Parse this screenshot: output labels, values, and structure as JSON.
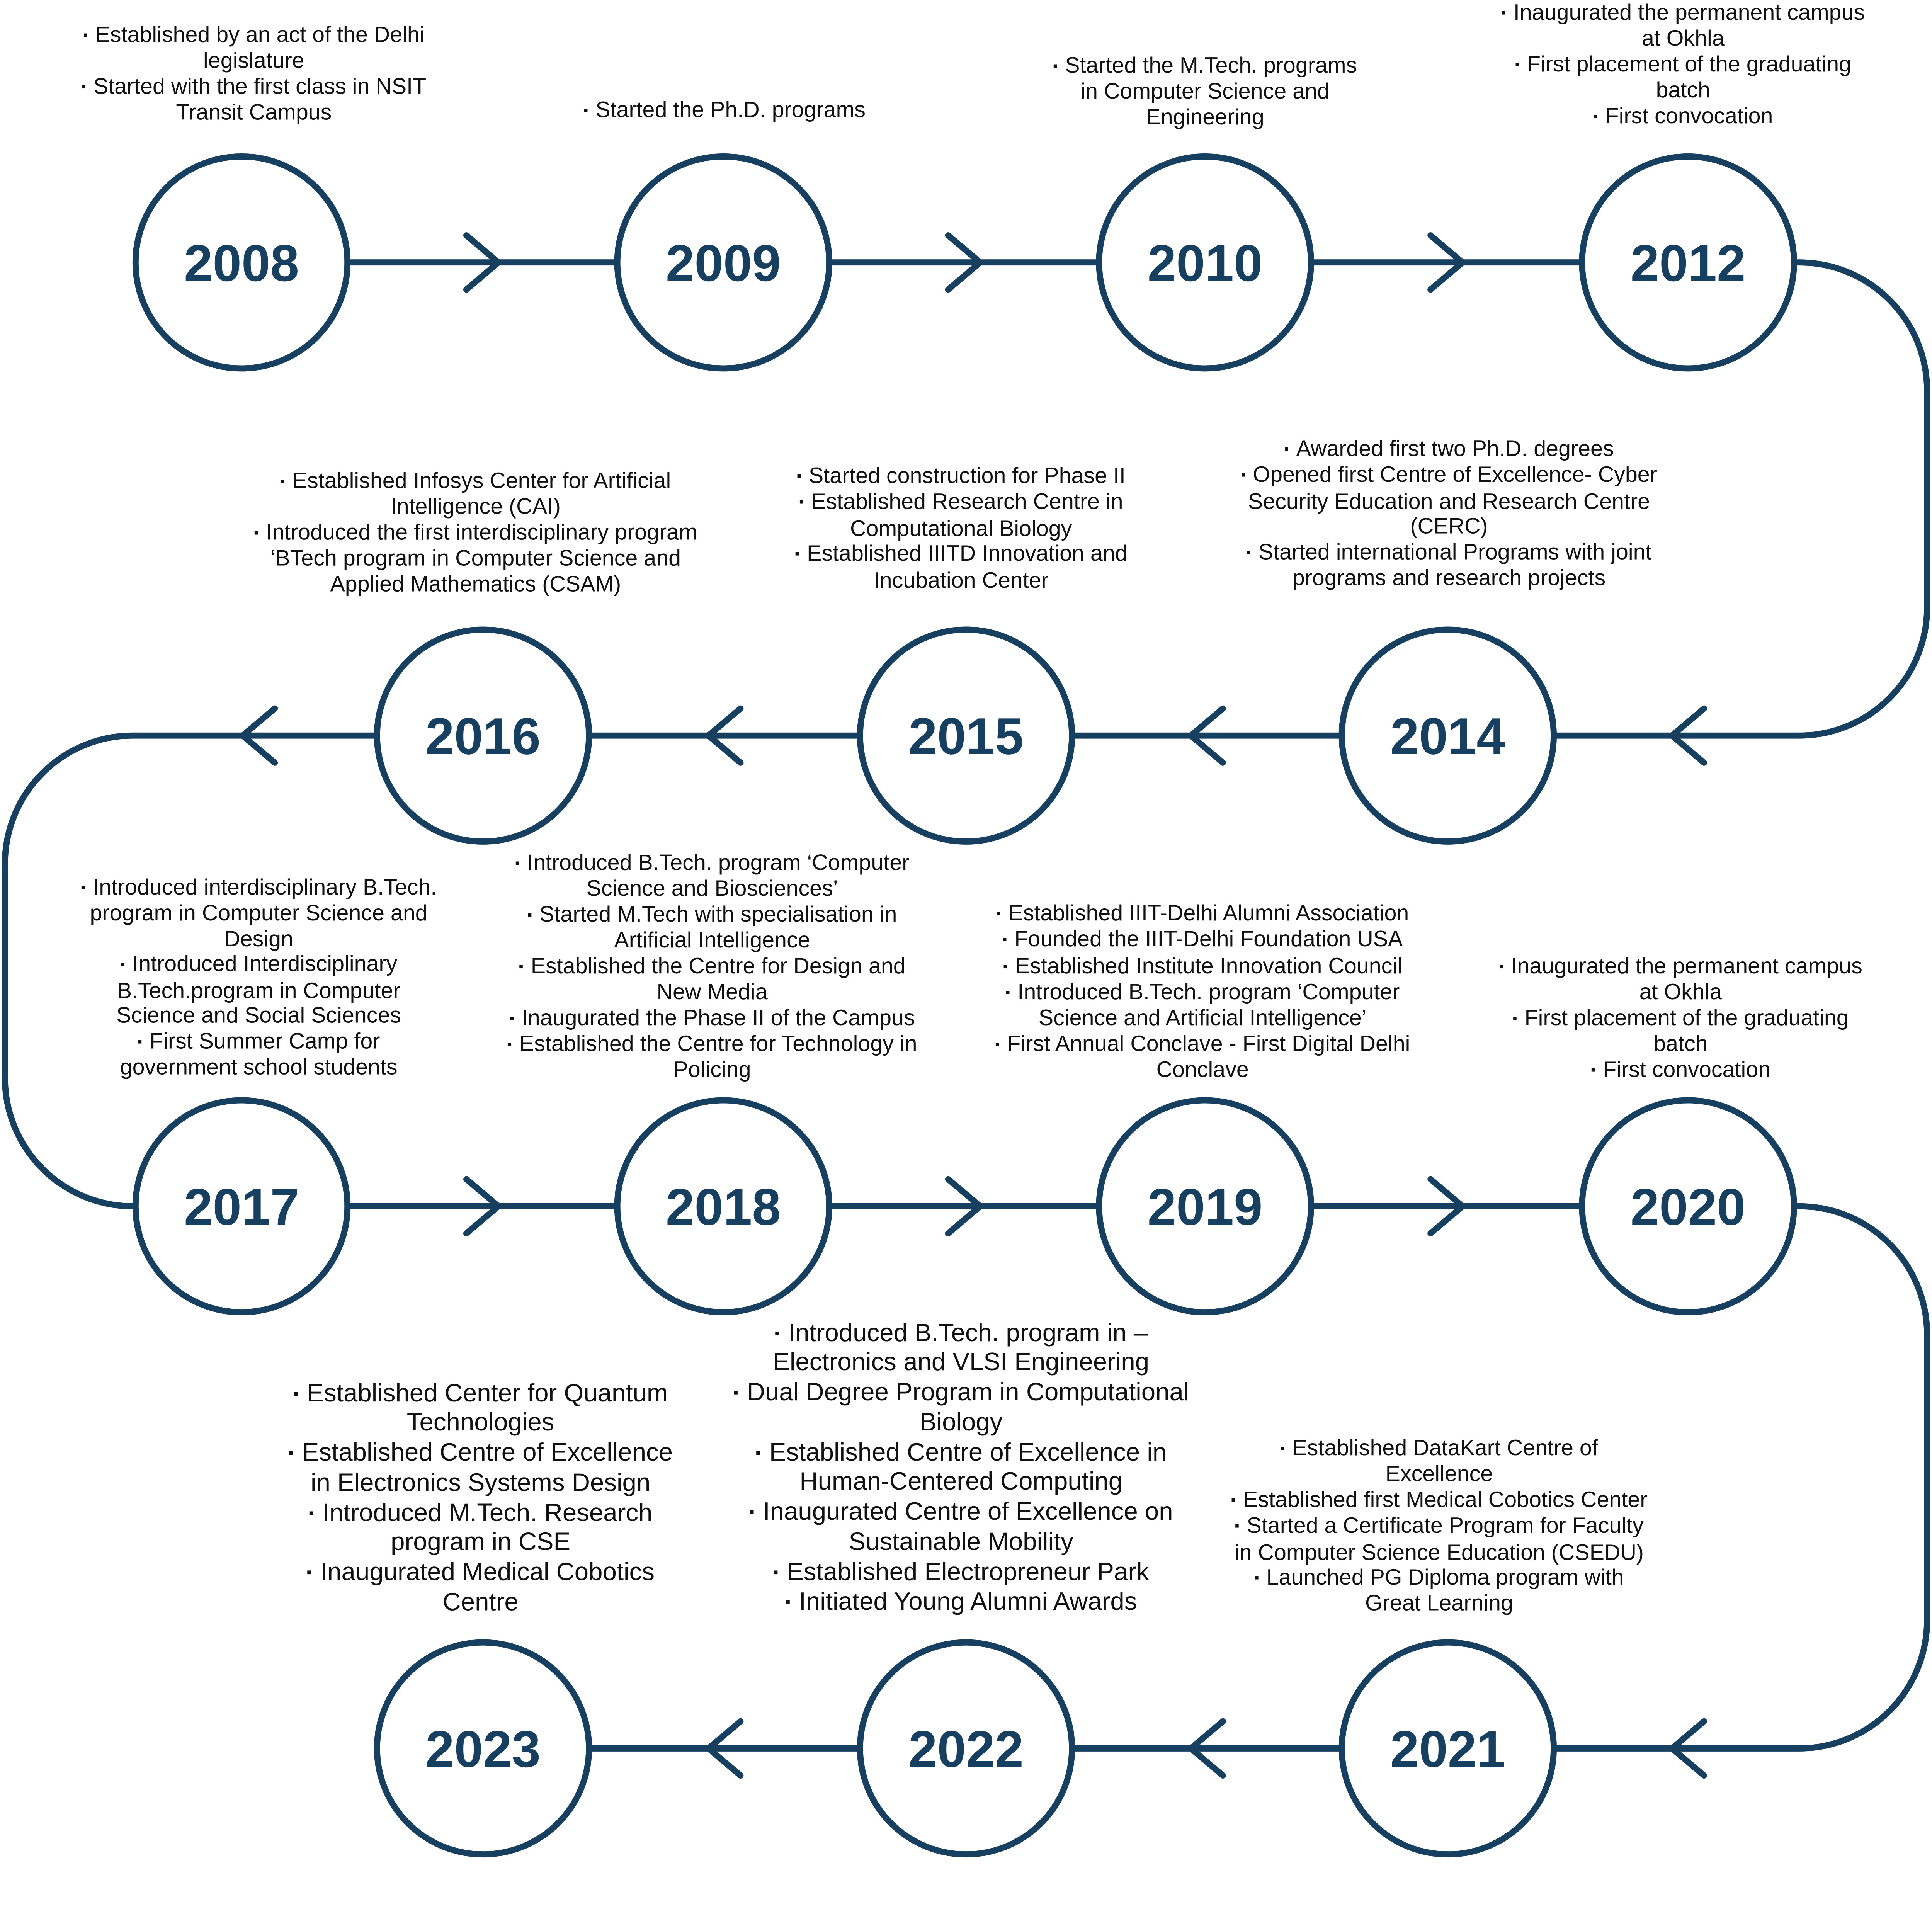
{
  "colors": {
    "accent": "#173f5f",
    "text": "#111111",
    "background": "#ffffff"
  },
  "bullet": "▪",
  "milestones": [
    {
      "year": "2008",
      "notes": [
        "Established by an act of the Delhi legislature",
        "Started with the first class in NSIT Transit Campus"
      ]
    },
    {
      "year": "2009",
      "notes": [
        "Started the Ph.D. programs"
      ]
    },
    {
      "year": "2010",
      "notes": [
        "Started the M.Tech. programs in Computer Science and Engineering"
      ]
    },
    {
      "year": "2012",
      "notes": [
        "Inaugurated the permanent campus at Okhla",
        "First placement of the graduating batch",
        "First convocation"
      ]
    },
    {
      "year": "2014",
      "notes": [
        "Awarded first two Ph.D. degrees",
        "Opened first Centre of Excellence- Cyber Security Education and Research Centre (CERC)",
        "Started international Programs with joint programs and research projects"
      ]
    },
    {
      "year": "2015",
      "notes": [
        "Started construction for Phase II",
        "Established Research Centre in Computational Biology",
        "Established IIITD Innovation and Incubation Center"
      ]
    },
    {
      "year": "2016",
      "notes": [
        "Established Infosys Center for Artificial Intelligence (CAI)",
        "Introduced the first interdisciplinary program ‘BTech program in Computer Science and Applied Mathematics (CSAM)"
      ]
    },
    {
      "year": "2017",
      "notes": [
        "Introduced interdisciplinary B.Tech. program in Computer Science and Design",
        "Introduced Interdisciplinary B.Tech.program in Computer Science and Social Sciences",
        "First Summer Camp for government school students"
      ]
    },
    {
      "year": "2018",
      "notes": [
        "Introduced B.Tech. program ‘Computer Science and Biosciences’",
        "Started M.Tech with specialisation in Artificial Intelligence",
        "Established the Centre for Design and New Media",
        "Inaugurated the Phase II of the Campus",
        "Established the Centre for Technology in Policing"
      ]
    },
    {
      "year": "2019",
      "notes": [
        "Established IIIT-Delhi Alumni Association",
        "Founded the IIIT-Delhi Foundation USA",
        "Established Institute Innovation Council",
        "Introduced B.Tech. program ‘Computer Science and Artificial Intelligence’",
        "First Annual Conclave - First Digital Delhi Conclave"
      ]
    },
    {
      "year": "2020",
      "notes": [
        "Inaugurated the permanent campus at Okhla",
        "First placement of the graduating batch",
        "First convocation"
      ]
    },
    {
      "year": "2021",
      "notes": [
        "Established DataKart Centre of Excellence",
        "Established first Medical Cobotics Center",
        "Started a Certificate Program for Faculty in Computer Science Education (CSEDU)",
        "Launched PG Diploma program with Great Learning"
      ]
    },
    {
      "year": "2022",
      "notes": [
        "Introduced B.Tech. program in – Electronics and VLSI Engineering",
        "Dual Degree Program in Computational Biology",
        "Established Centre of Excellence in Human-Centered Computing",
        "Inaugurated Centre of Excellence on Sustainable Mobility",
        "Established Electropreneur Park",
        "Initiated Young Alumni Awards"
      ]
    },
    {
      "year": "2023",
      "notes": [
        "Established Center for Quantum Technologies",
        "Established Centre of Excellence in Electronics Systems Design",
        "Introduced M.Tech. Research program in CSE",
        "Inaugurated Medical Cobotics Centre"
      ]
    }
  ]
}
